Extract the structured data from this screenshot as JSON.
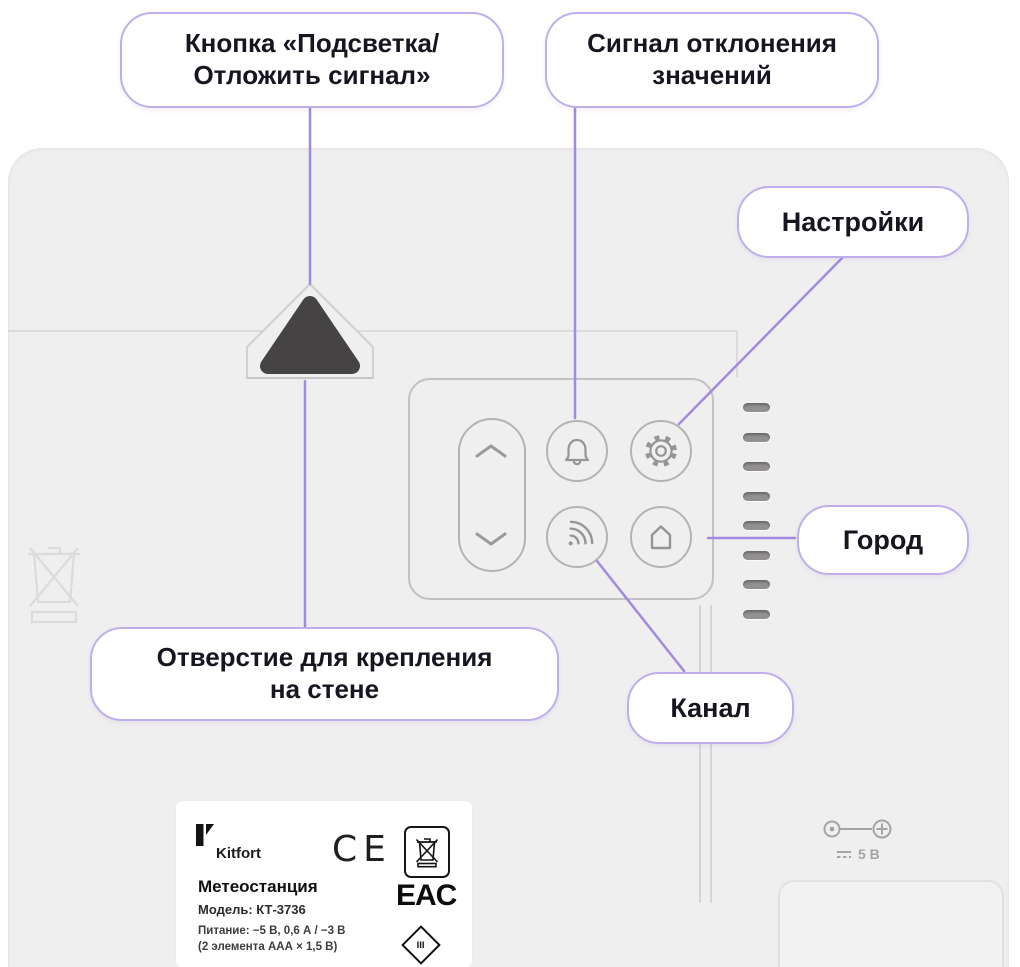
{
  "colors": {
    "accent_line": "#a28ade",
    "bubble_border": "#c0aeec",
    "device_body": "#f0eff0"
  },
  "callouts": {
    "backlight_snooze": "Кнопка «Подсветка/\nОтложить сигнал»",
    "deviation_alarm": "Сигнал отклонения\nзначений",
    "settings": "Настройки",
    "city": "Город",
    "mount_hole": "Отверстие для крепления\nна стене",
    "channel": "Канал"
  },
  "device": {
    "buttons": {
      "up_down": "up-down-rocker",
      "alarm": "bell",
      "settings": "gear",
      "channel": "wifi-signal",
      "city": "house"
    },
    "other_icons": {
      "weee": "crossed-out-wheelie-bin",
      "mount": "triangle-mount-hole",
      "polarity": "dc-polarity-center-positive"
    },
    "psu_voltage": "5 В"
  },
  "label": {
    "brand": "Kitfort",
    "product": "Метеостанция",
    "model": "Модель: КТ-3736",
    "power": "Питание: −5 В, 0,6 А / −3 В",
    "battery": "(2 элемента ААА × 1,5 В)",
    "ce_mark": "CE",
    "eac_mark": "EAC",
    "class_mark": "III"
  }
}
